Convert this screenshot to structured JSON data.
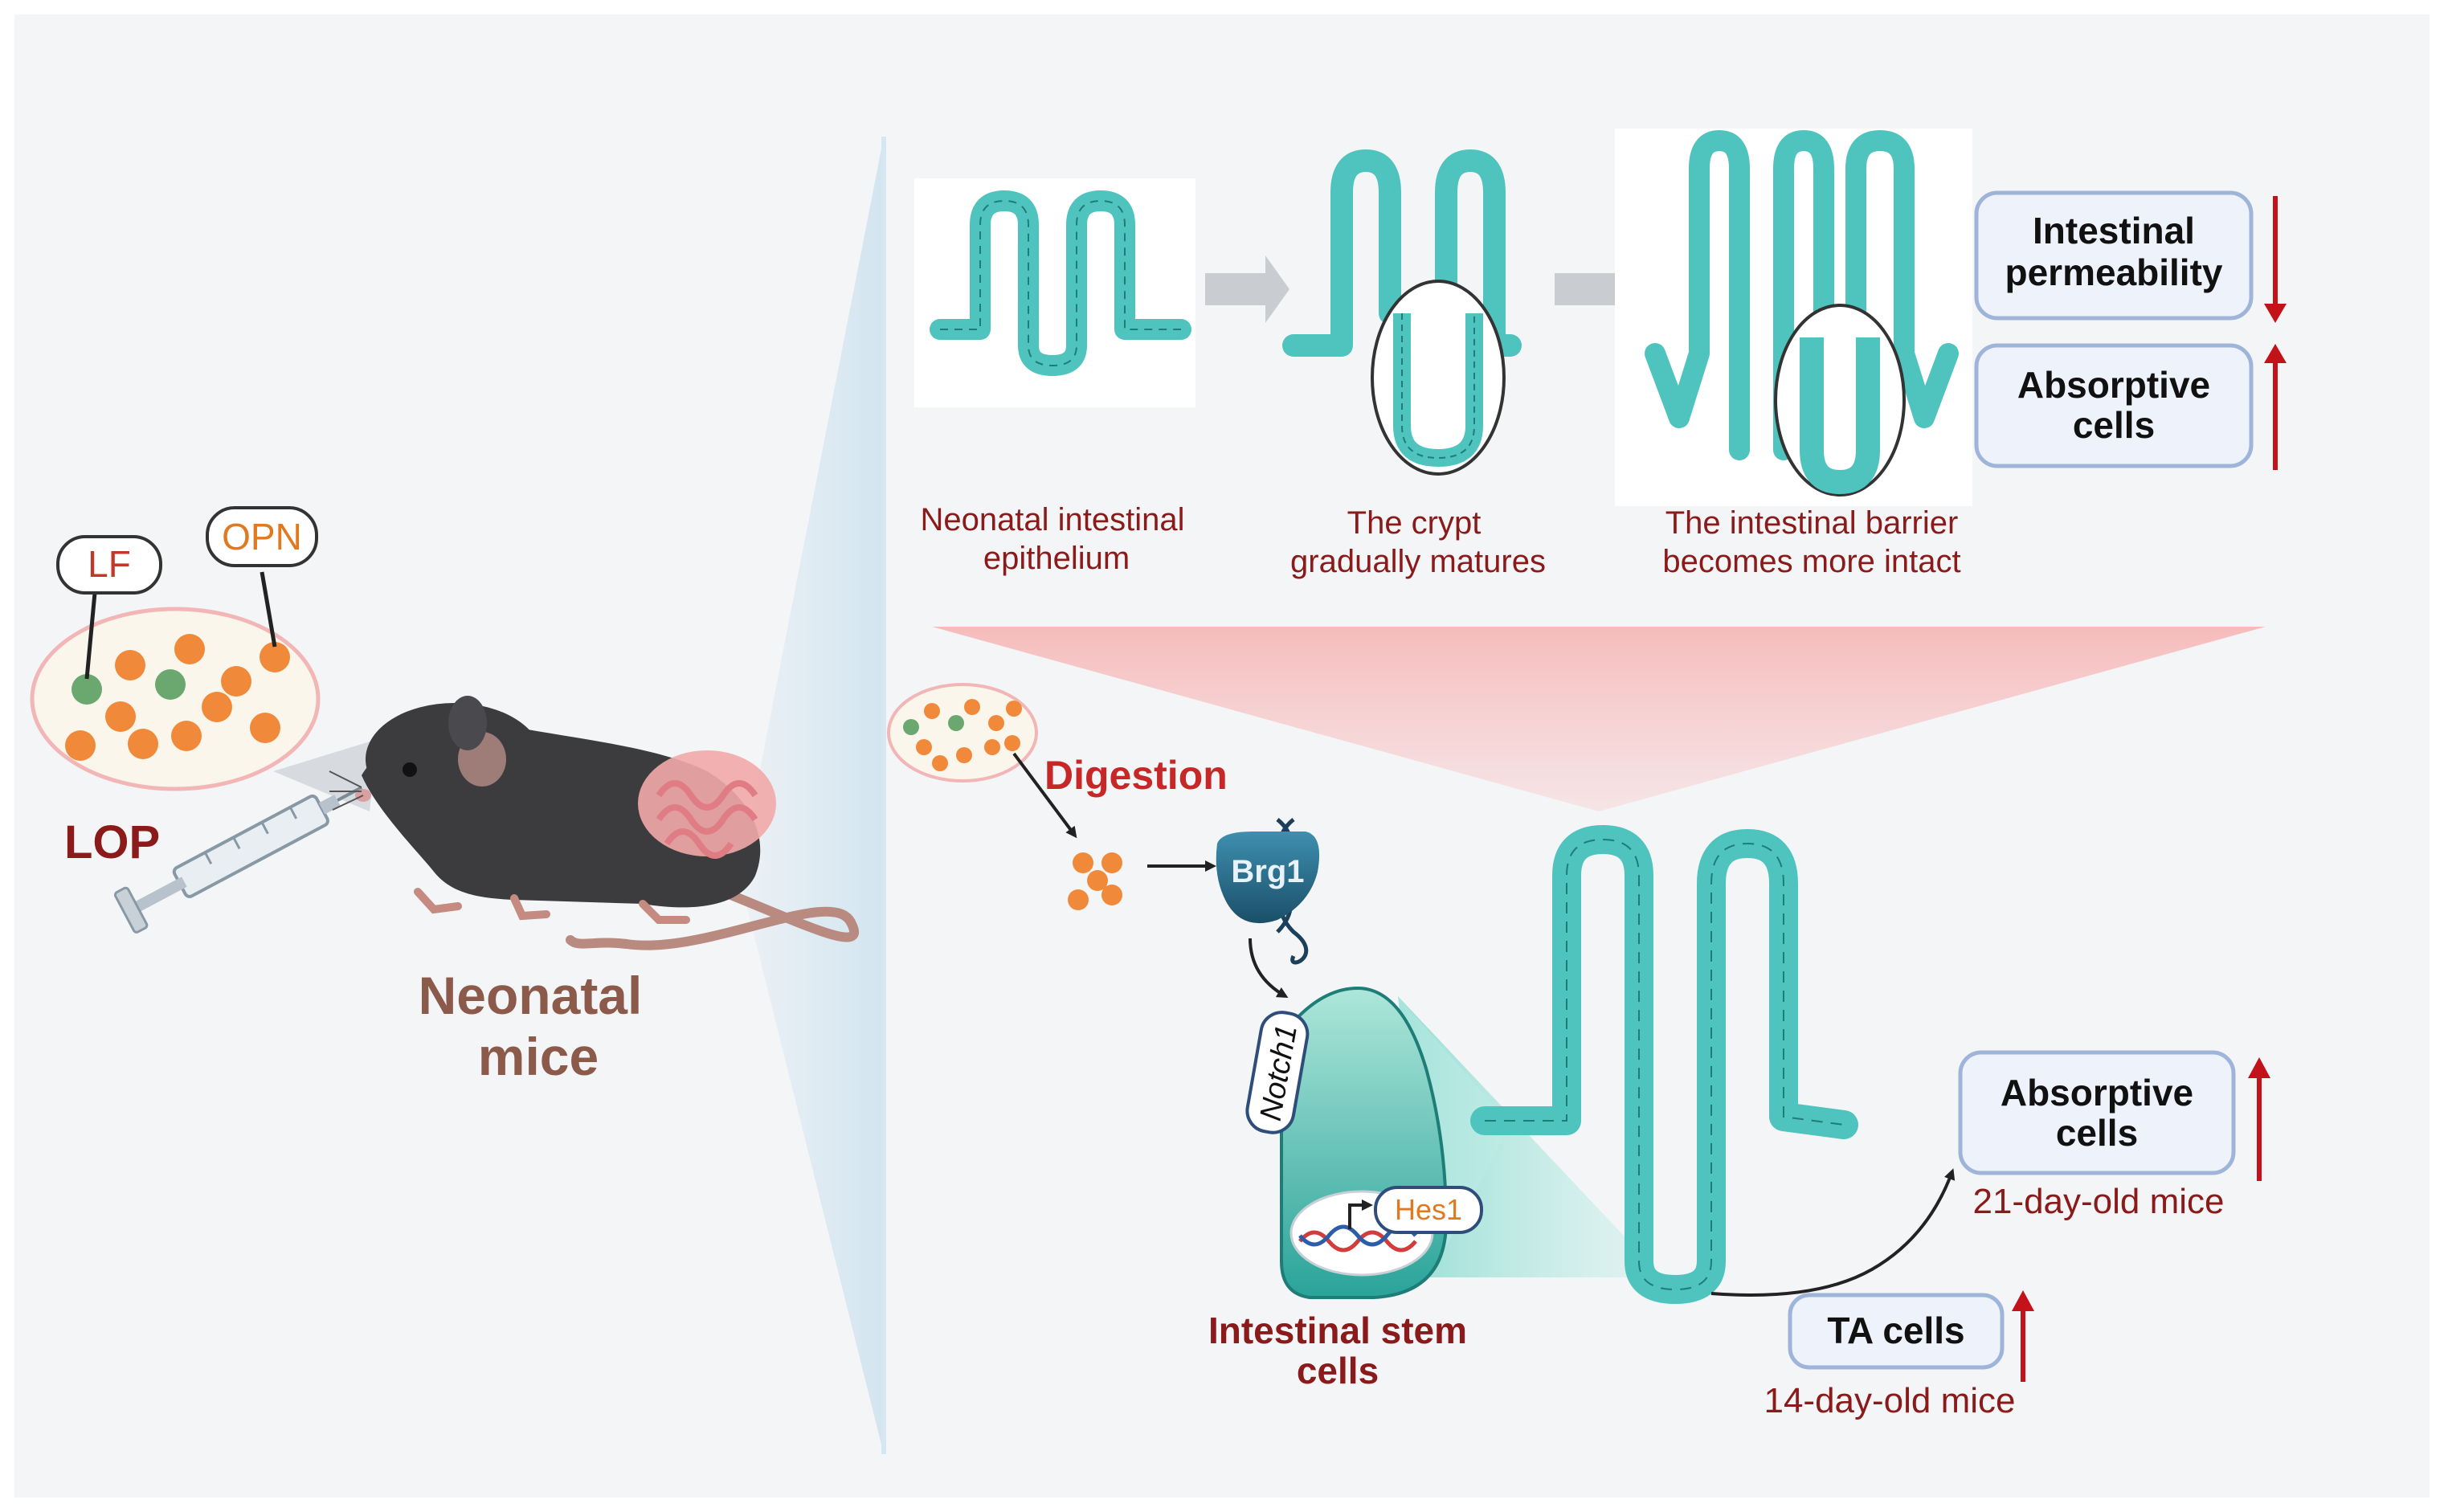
{
  "colors": {
    "dark_red": "#8b1a1a",
    "brown": "#8b5a4a",
    "orange": "#e07a20",
    "teal": "#4fc3bd",
    "teal_dark": "#1f7d78",
    "box_fill": "#eef3fb",
    "box_border": "#9fb4d9",
    "arrow_red": "#c4121a",
    "background": "#f4f5f7"
  },
  "left": {
    "lf_label": "LF",
    "opn_label": "OPN",
    "lop_label": "LOP",
    "mice_line1": "Neonatal",
    "mice_line2": "mice"
  },
  "top": {
    "stage1_line1": "Neonatal intestinal",
    "stage1_line2": "epithelium",
    "stage2_line1": "The crypt",
    "stage2_line2": "gradually matures",
    "stage3_line1": "The intestinal barrier",
    "stage3_line2": "becomes more intact",
    "box1_line1": "Intestinal",
    "box1_line2": "permeability",
    "box1_direction": "down",
    "box2_line1": "Absorptive",
    "box2_line2": "cells",
    "box2_direction": "up"
  },
  "bottom": {
    "digestion": "Digestion",
    "brg1": "Brg1",
    "notch1": "Notch1",
    "hes1": "Hes1",
    "stem_line1": "Intestinal stem",
    "stem_line2": "cells",
    "abs_line1": "Absorptive",
    "abs_line2": "cells",
    "abs_age": "21-day-old mice",
    "ta_label": "TA cells",
    "ta_age": "14-day-old mice"
  }
}
